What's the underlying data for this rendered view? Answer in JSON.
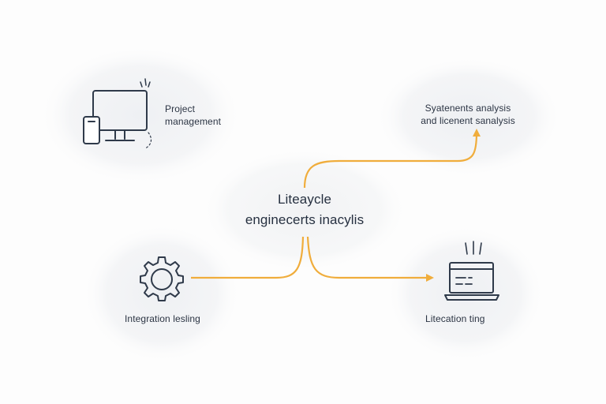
{
  "colors": {
    "accent": "#f0ad3c",
    "ink": "#2f3a4a",
    "bubble": "#f4f5f7",
    "background": "#fdfdfd"
  },
  "center": {
    "line1": "Liteaycle",
    "line2": "enginecerts inacylis"
  },
  "nodes": {
    "project": {
      "line1": "Project",
      "line2": "management",
      "icon": "desktop-and-phone-icon"
    },
    "systems": {
      "line1": "Syatenents analysis",
      "line2": "and licenent sanalysis"
    },
    "integration": {
      "label": "Integration lesling",
      "icon": "gear-icon"
    },
    "litecation": {
      "label": "Litecation ting",
      "icon": "laptop-icon"
    }
  }
}
